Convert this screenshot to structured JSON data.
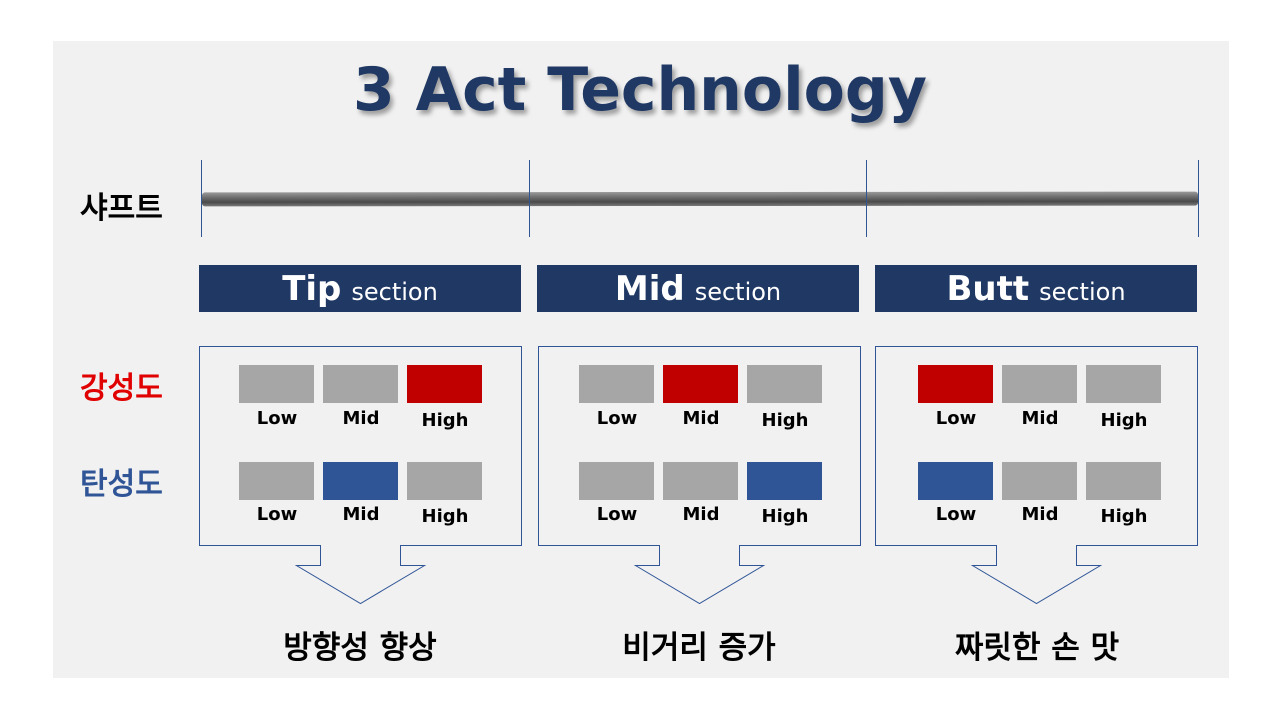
{
  "title": "3 Act Technology",
  "row_labels": {
    "shaft": "샤프트",
    "stiffness": "강성도",
    "elasticity": "탄성도"
  },
  "colors": {
    "navy": "#1f3864",
    "red": "#c00000",
    "blue": "#2f5597",
    "gray": "#a6a6a6",
    "label_red": "#e00000"
  },
  "levels": [
    "Low",
    "Mid",
    "High"
  ],
  "sections": [
    {
      "name": "Tip",
      "suffix": "section",
      "stiffness": "High",
      "elasticity": "Mid",
      "result": "방향성 향상"
    },
    {
      "name": "Mid",
      "suffix": "section",
      "stiffness": "Mid",
      "elasticity": "High",
      "result": "비거리 증가"
    },
    {
      "name": "Butt",
      "suffix": "section",
      "stiffness": "Low",
      "elasticity": "Low",
      "result": "짜릿한 손 맛"
    }
  ]
}
